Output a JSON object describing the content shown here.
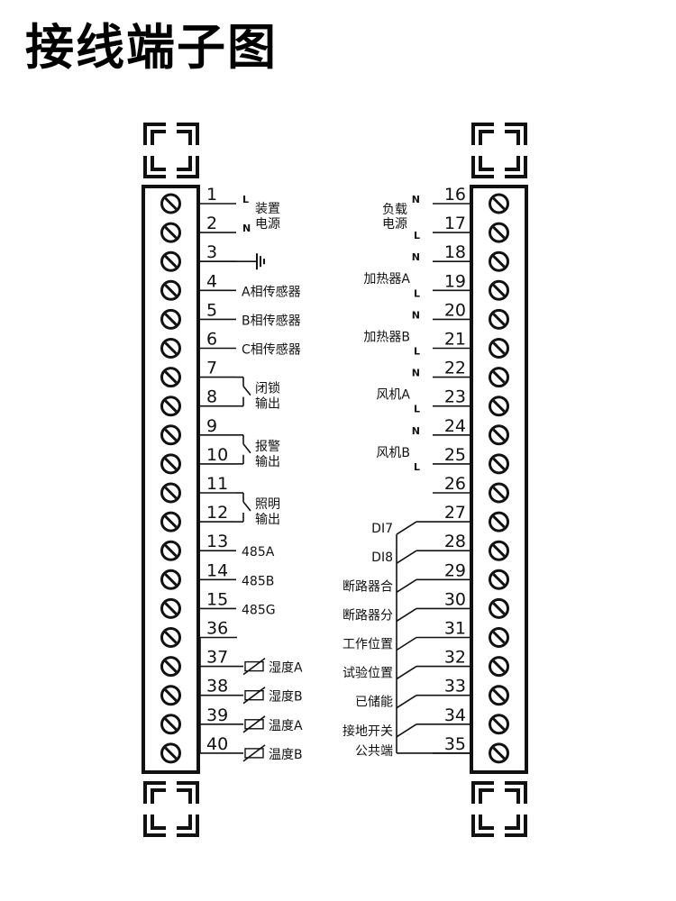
{
  "title": "接线端子图",
  "left_terminals": [
    {
      "num": "1",
      "tag": "L",
      "label": ""
    },
    {
      "num": "2",
      "tag": "N",
      "label": ""
    },
    {
      "num": "3",
      "tag": "",
      "label": ""
    },
    {
      "num": "4",
      "tag": "",
      "label": "A相传感器"
    },
    {
      "num": "5",
      "tag": "",
      "label": "B相传感器"
    },
    {
      "num": "6",
      "tag": "",
      "label": "C相传感器"
    },
    {
      "num": "7",
      "tag": "",
      "label": ""
    },
    {
      "num": "8",
      "tag": "",
      "label": ""
    },
    {
      "num": "9",
      "tag": "",
      "label": ""
    },
    {
      "num": "10",
      "tag": "",
      "label": ""
    },
    {
      "num": "11",
      "tag": "",
      "label": ""
    },
    {
      "num": "12",
      "tag": "",
      "label": ""
    },
    {
      "num": "13",
      "tag": "",
      "label": "485A"
    },
    {
      "num": "14",
      "tag": "",
      "label": "485B"
    },
    {
      "num": "15",
      "tag": "",
      "label": "485G"
    },
    {
      "num": "36",
      "tag": "",
      "label": ""
    },
    {
      "num": "37",
      "tag": "",
      "label": "湿度A"
    },
    {
      "num": "38",
      "tag": "",
      "label": "湿度B"
    },
    {
      "num": "39",
      "tag": "",
      "label": "温度A"
    },
    {
      "num": "40",
      "tag": "",
      "label": "温度B"
    }
  ],
  "left_groups": [
    {
      "line1": "装置",
      "line2": "电源"
    },
    {
      "line1": "闭锁",
      "line2": "输出"
    },
    {
      "line1": "报警",
      "line2": "输出"
    },
    {
      "line1": "照明",
      "line2": "输出"
    }
  ],
  "right_terminals": [
    {
      "num": "16",
      "tag": "N",
      "label": ""
    },
    {
      "num": "17",
      "tag": "L",
      "label": ""
    },
    {
      "num": "18",
      "tag": "N",
      "label": ""
    },
    {
      "num": "19",
      "tag": "L",
      "label": ""
    },
    {
      "num": "20",
      "tag": "N",
      "label": ""
    },
    {
      "num": "21",
      "tag": "L",
      "label": ""
    },
    {
      "num": "22",
      "tag": "N",
      "label": ""
    },
    {
      "num": "23",
      "tag": "L",
      "label": ""
    },
    {
      "num": "24",
      "tag": "N",
      "label": ""
    },
    {
      "num": "25",
      "tag": "L",
      "label": ""
    },
    {
      "num": "26",
      "tag": "",
      "label": ""
    },
    {
      "num": "27",
      "tag": "",
      "label": "DI7"
    },
    {
      "num": "28",
      "tag": "",
      "label": "DI8"
    },
    {
      "num": "29",
      "tag": "",
      "label": "断路器合"
    },
    {
      "num": "30",
      "tag": "",
      "label": "断路器分"
    },
    {
      "num": "31",
      "tag": "",
      "label": "工作位置"
    },
    {
      "num": "32",
      "tag": "",
      "label": "试验位置"
    },
    {
      "num": "33",
      "tag": "",
      "label": "已储能"
    },
    {
      "num": "34",
      "tag": "",
      "label": "接地开关"
    },
    {
      "num": "35",
      "tag": "",
      "label": "公共端"
    }
  ],
  "right_groups": [
    {
      "line1": "负载",
      "line2": "电源"
    },
    {
      "line1": "加热器A",
      "line2": ""
    },
    {
      "line1": "加热器B",
      "line2": ""
    },
    {
      "line1": "风机A",
      "line2": ""
    },
    {
      "line1": "风机B",
      "line2": ""
    }
  ]
}
